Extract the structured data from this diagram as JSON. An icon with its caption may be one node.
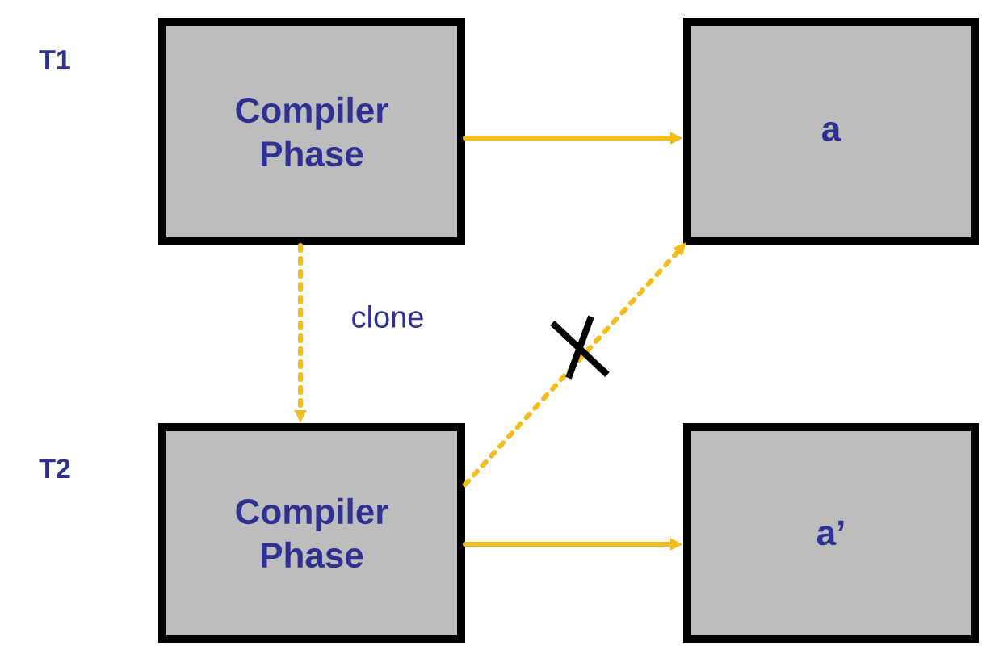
{
  "diagram": {
    "nodes": [
      {
        "text": [
          "Compiler Phase"
        ]
      },
      {
        "text": [
          "a"
        ]
      },
      {
        "text": [
          "Compiler Phase"
        ]
      },
      {
        "text": [
          "a’"
        ]
      }
    ],
    "edges": [
      {
        "from": 0,
        "to": 1,
        "arrow": "to"
      },
      {
        "from": 0,
        "to": 2,
        "arrow": "to",
        "label": "clone",
        "style": "dashed"
      },
      {
        "from": 2,
        "to": 1,
        "arrow": "to",
        "style": "dashed"
      },
      {
        "from": 2,
        "to": 3,
        "arrow": "to"
      }
    ],
    "labels": [
      "T1",
      "T2"
    ]
  }
}
